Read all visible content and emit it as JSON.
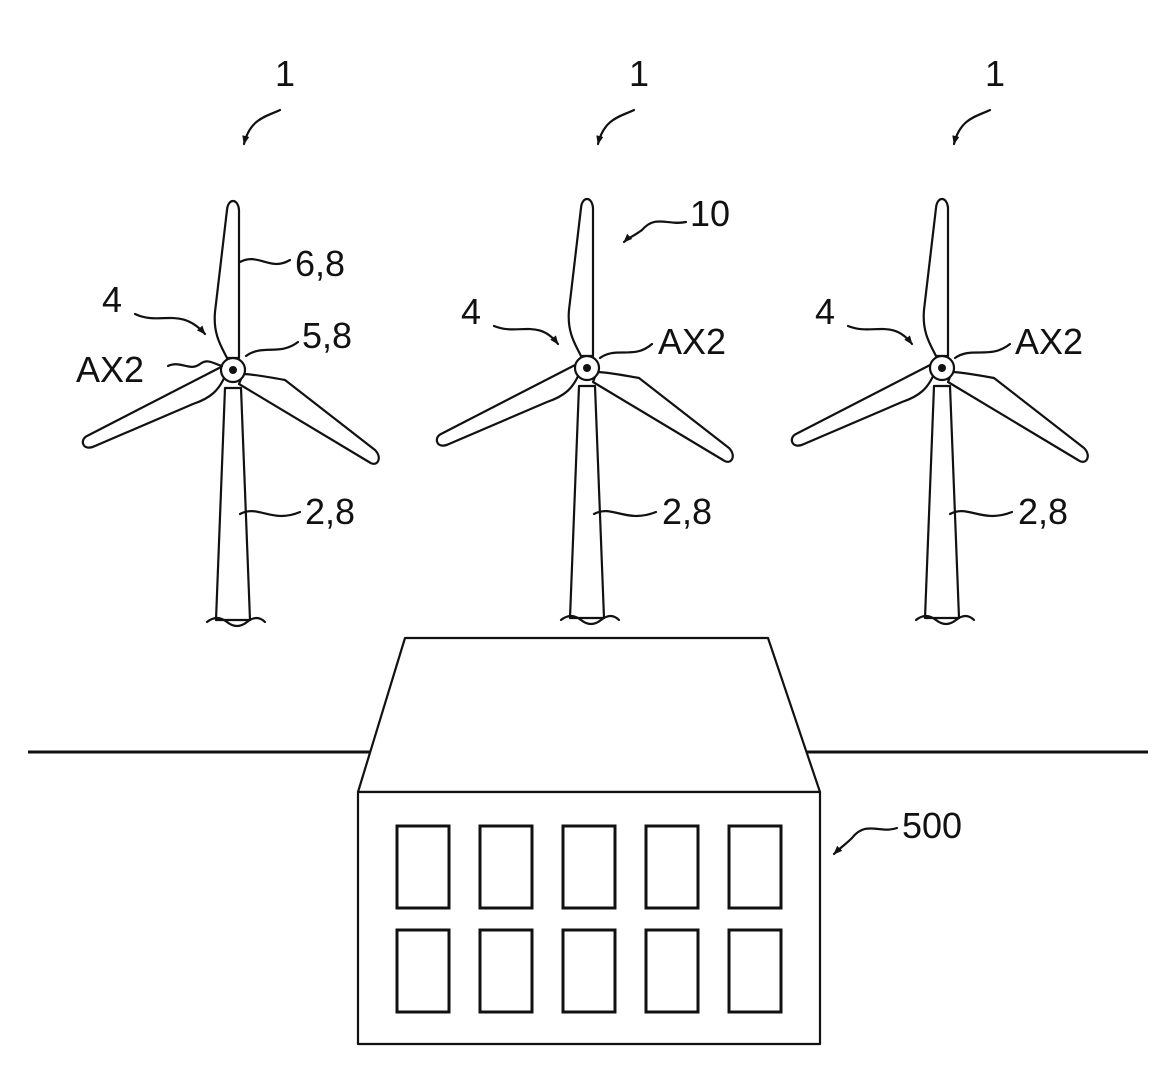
{
  "turbines": [
    {
      "ref": "1",
      "rotor": "4",
      "axis": "AX2",
      "blade": "6,8",
      "hub": "5,8",
      "tower": "2,8"
    },
    {
      "ref": "1",
      "rotor": "4",
      "axis": "AX2",
      "blade_tip": "10",
      "tower": "2,8"
    },
    {
      "ref": "1",
      "rotor": "4",
      "axis": "AX2",
      "tower": "2,8"
    }
  ],
  "building": {
    "ref": "500",
    "window_rows": 2,
    "window_cols": 5
  }
}
